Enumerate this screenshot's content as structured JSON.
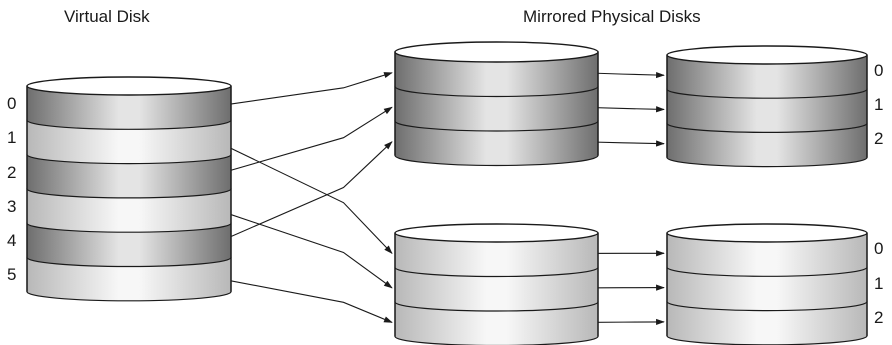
{
  "virtual_disk": {
    "title": "Virtual Disk",
    "stripes": [
      "0",
      "1",
      "2",
      "3",
      "4",
      "5"
    ],
    "stripe_shades": [
      "dark",
      "light",
      "dark",
      "light",
      "dark",
      "light"
    ]
  },
  "mirrored": {
    "title": "Mirrored Physical Disks",
    "top_pair": {
      "stripes": [
        "0",
        "1",
        "2"
      ],
      "shade": "dark"
    },
    "bottom_pair": {
      "stripes": [
        "0",
        "1",
        "2"
      ],
      "shade": "light"
    }
  },
  "colors": {
    "dark_edge": "#6e6e6e",
    "dark_center": "#e8e8e8",
    "light_edge": "#b4b4b4",
    "light_center": "#f7f7f7",
    "line": "#1a1a1a"
  },
  "mappings": [
    {
      "from": "virtual:0",
      "to": [
        "top-primary:0"
      ]
    },
    {
      "from": "virtual:2",
      "to": [
        "top-primary:1"
      ]
    },
    {
      "from": "virtual:4",
      "to": [
        "top-primary:2"
      ]
    },
    {
      "from": "virtual:1",
      "to": [
        "bottom-primary:0"
      ]
    },
    {
      "from": "virtual:3",
      "to": [
        "bottom-primary:1"
      ]
    },
    {
      "from": "virtual:5",
      "to": [
        "bottom-primary:2"
      ]
    },
    {
      "from": "top-primary:0",
      "to": [
        "top-mirror:0"
      ]
    },
    {
      "from": "top-primary:1",
      "to": [
        "top-mirror:1"
      ]
    },
    {
      "from": "top-primary:2",
      "to": [
        "top-mirror:2"
      ]
    },
    {
      "from": "bottom-primary:0",
      "to": [
        "bottom-mirror:0"
      ]
    },
    {
      "from": "bottom-primary:1",
      "to": [
        "bottom-mirror:1"
      ]
    },
    {
      "from": "bottom-primary:2",
      "to": [
        "bottom-mirror:2"
      ]
    }
  ]
}
